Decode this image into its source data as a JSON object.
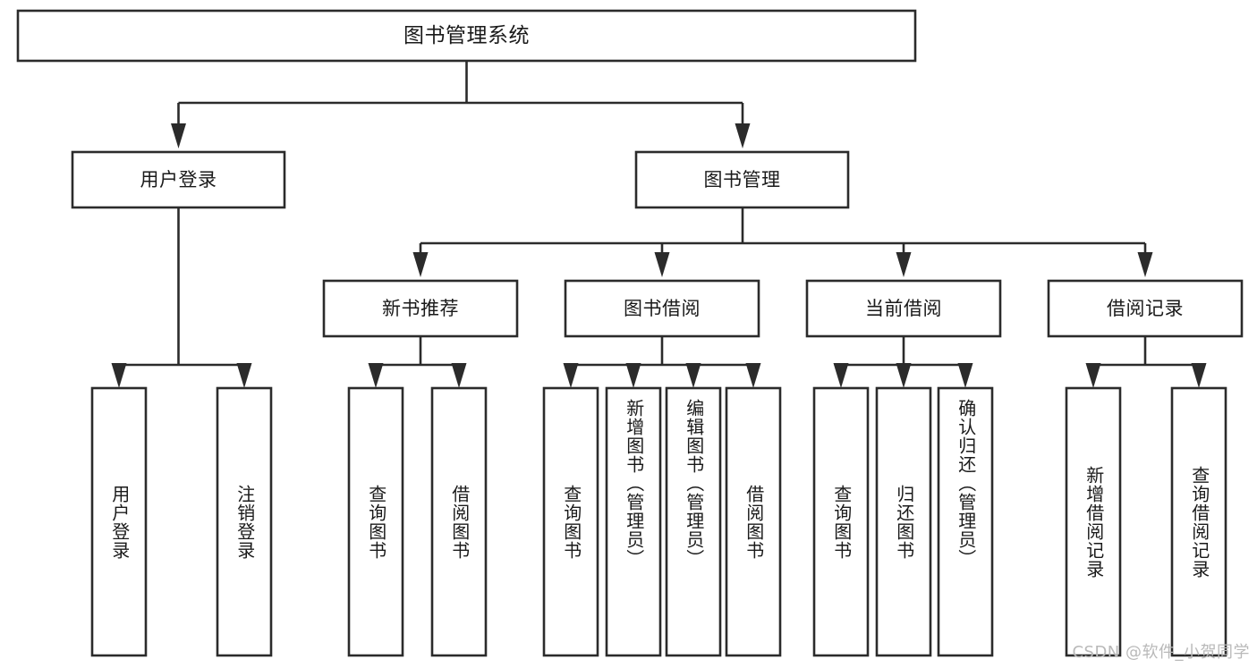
{
  "diagram": {
    "title": "图书管理系统",
    "type": "tree-hierarchy",
    "watermark": "CSDN @软件_小贺同学",
    "colors": {
      "stroke": "#2b2b2b",
      "fill": "#ffffff",
      "text": "#1a1a1a",
      "watermark": "#b9b9b9",
      "background": "#ffffff"
    },
    "nodes": {
      "root": {
        "label": "图书管理系统",
        "level": 1,
        "orientation": "horizontal"
      },
      "l2": [
        {
          "id": "user-login",
          "label": "用户登录",
          "level": 2,
          "orientation": "horizontal"
        },
        {
          "id": "book-manage",
          "label": "图书管理",
          "level": 2,
          "orientation": "horizontal"
        }
      ],
      "l3": [
        {
          "id": "new-book-rec",
          "label": "新书推荐",
          "level": 3,
          "orientation": "horizontal"
        },
        {
          "id": "book-borrow",
          "label": "图书借阅",
          "level": 3,
          "orientation": "horizontal"
        },
        {
          "id": "current-borrow",
          "label": "当前借阅",
          "level": 3,
          "orientation": "horizontal"
        },
        {
          "id": "borrow-record",
          "label": "借阅记录",
          "level": 3,
          "orientation": "horizontal"
        }
      ],
      "leaves": [
        {
          "id": "leaf-user-login",
          "label": "用户登录",
          "parent": "user-login",
          "orientation": "vertical"
        },
        {
          "id": "leaf-user-logout",
          "label": "注销登录",
          "parent": "user-login",
          "orientation": "vertical"
        },
        {
          "id": "leaf-query-book-1",
          "label": "查询图书",
          "parent": "new-book-rec",
          "orientation": "vertical"
        },
        {
          "id": "leaf-borrow-book-1",
          "label": "借阅图书",
          "parent": "new-book-rec",
          "orientation": "vertical"
        },
        {
          "id": "leaf-query-book-2",
          "label": "查询图书",
          "parent": "book-borrow",
          "orientation": "vertical"
        },
        {
          "id": "leaf-add-book",
          "label": "新增图书（管理员）",
          "parent": "book-borrow",
          "orientation": "vertical"
        },
        {
          "id": "leaf-edit-book",
          "label": "编辑图书（管理员）",
          "parent": "book-borrow",
          "orientation": "vertical"
        },
        {
          "id": "leaf-borrow-book-2",
          "label": "借阅图书",
          "parent": "book-borrow",
          "orientation": "vertical"
        },
        {
          "id": "leaf-query-book-3",
          "label": "查询图书",
          "parent": "current-borrow",
          "orientation": "vertical"
        },
        {
          "id": "leaf-return-book",
          "label": "归还图书",
          "parent": "current-borrow",
          "orientation": "vertical"
        },
        {
          "id": "leaf-confirm-return",
          "label": "确认归还（管理员）",
          "parent": "current-borrow",
          "orientation": "vertical"
        },
        {
          "id": "leaf-add-record",
          "label": "新增借阅记录",
          "parent": "borrow-record",
          "orientation": "vertical"
        },
        {
          "id": "leaf-query-record",
          "label": "查询借阅记录",
          "parent": "borrow-record",
          "orientation": "vertical"
        }
      ]
    }
  }
}
